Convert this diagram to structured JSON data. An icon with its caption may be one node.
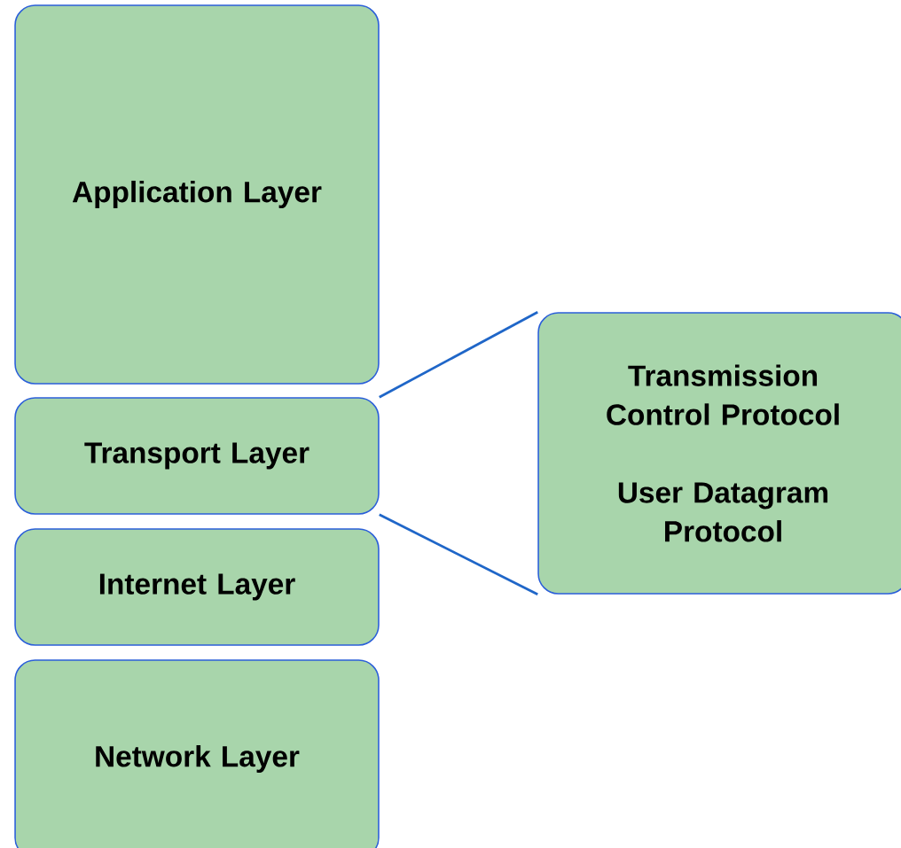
{
  "diagram": {
    "nodes": [
      {
        "text": [
          "Application Layer"
        ]
      },
      {
        "text": [
          "Transport Layer"
        ]
      },
      {
        "text": [
          "Internet Layer"
        ]
      },
      {
        "text": [
          "Network Layer"
        ]
      },
      {
        "text": [
          "Transmission Control Protocol",
          "User Datagram Protocol"
        ]
      }
    ],
    "edges": [
      {
        "from": 1,
        "to": 4,
        "arrow": "none"
      },
      {
        "from": 1,
        "to": 4,
        "arrow": "none"
      }
    ]
  }
}
